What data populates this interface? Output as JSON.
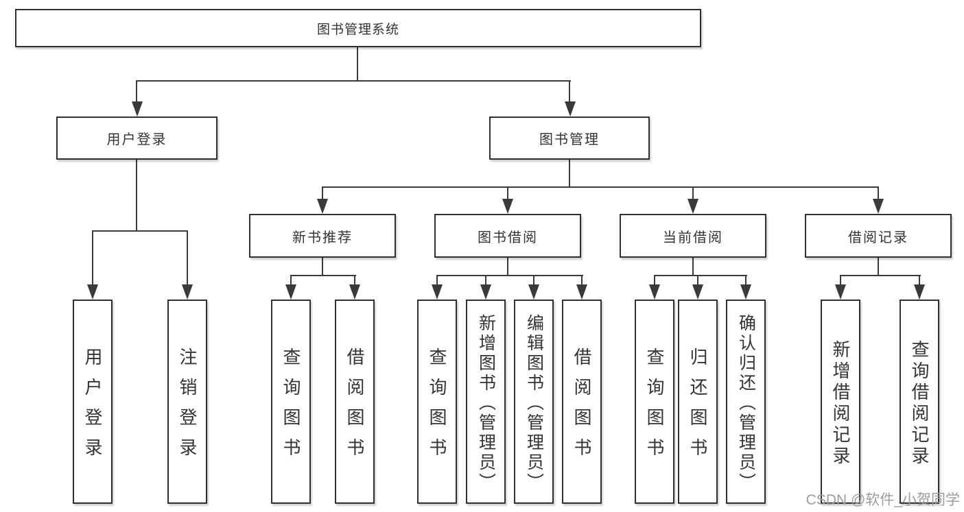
{
  "tree": {
    "root": {
      "label": "图书管理系统"
    },
    "children": [
      {
        "label": "用户登录",
        "children": [
          {
            "label": "用户登录"
          },
          {
            "label": "注销登录"
          }
        ]
      },
      {
        "label": "图书管理",
        "children": [
          {
            "label": "新书推荐",
            "children": [
              {
                "label": "查询图书"
              },
              {
                "label": "借阅图书"
              }
            ]
          },
          {
            "label": "图书借阅",
            "children": [
              {
                "label": "查询图书"
              },
              {
                "label": "新增图书（管理员）"
              },
              {
                "label": "编辑图书（管理员）"
              },
              {
                "label": "借阅图书"
              }
            ]
          },
          {
            "label": "当前借阅",
            "children": [
              {
                "label": "查询图书"
              },
              {
                "label": "归还图书"
              },
              {
                "label": "确认归还（管理员）"
              }
            ]
          },
          {
            "label": "借阅记录",
            "children": [
              {
                "label": "新增借阅记录"
              },
              {
                "label": "查询借阅记录"
              }
            ]
          }
        ]
      }
    ]
  },
  "watermark": {
    "text": "CSDN @软件_小贺同学"
  },
  "colors": {
    "background": "#ffffff",
    "box_border": "#2f2f2f",
    "connector_line": "#3a3a3a",
    "text": "#333333",
    "watermark_text": "#9c9c9c"
  }
}
